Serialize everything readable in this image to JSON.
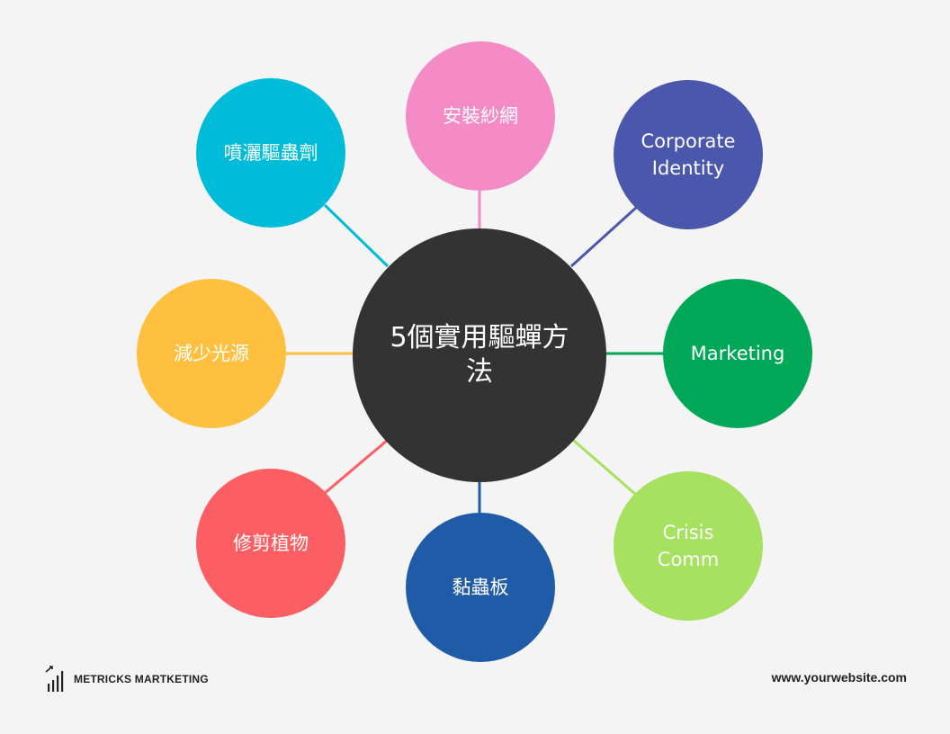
{
  "center": {
    "label": "5個實用驅蟬方\n法",
    "color": "#333333"
  },
  "nodes": [
    {
      "id": "top",
      "label": "安裝紗網",
      "color": "#f48ac6"
    },
    {
      "id": "topright",
      "label": "Corporate\nIdentity",
      "color": "#4b57ac"
    },
    {
      "id": "right",
      "label": "Marketing",
      "color": "#00a757"
    },
    {
      "id": "botright",
      "label": "Crisis\nComm",
      "color": "#a6e15f"
    },
    {
      "id": "bottom",
      "label": "黏蟲板",
      "color": "#1f5ba6"
    },
    {
      "id": "botleft",
      "label": "修剪植物",
      "color": "#fc5f63"
    },
    {
      "id": "left",
      "label": "減少光源",
      "color": "#ffbf3f"
    },
    {
      "id": "topleft",
      "label": "噴灑驅蟲劑",
      "color": "#00bcd9"
    }
  ],
  "footer": {
    "brand": "METRICKS MARTKETING",
    "website": "www.yourwebsite.com"
  }
}
